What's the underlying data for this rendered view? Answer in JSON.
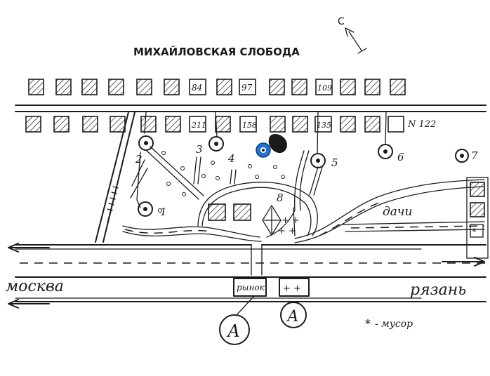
{
  "map": {
    "title": "МИХАЙЛОВСКАЯ СЛОБОДА",
    "north_label": "С",
    "left_direction": "москва",
    "right_direction": "рязань",
    "dachas_label": "дачи",
    "legend_trash": "- мусор",
    "market_label": "рынок",
    "row1_house_numbers": [
      "84",
      "97",
      "109"
    ],
    "row2_house_numbers": [
      "211",
      "158",
      "135"
    ],
    "plot_number": "N 122",
    "points": [
      "1",
      "2",
      "3",
      "4",
      "5",
      "6",
      "7",
      "8"
    ],
    "bus_stops": [
      "А",
      "А"
    ],
    "colors": {
      "ink": "#1a1a1a",
      "marker": "#1e73d8",
      "paper": "#ffffff"
    }
  }
}
